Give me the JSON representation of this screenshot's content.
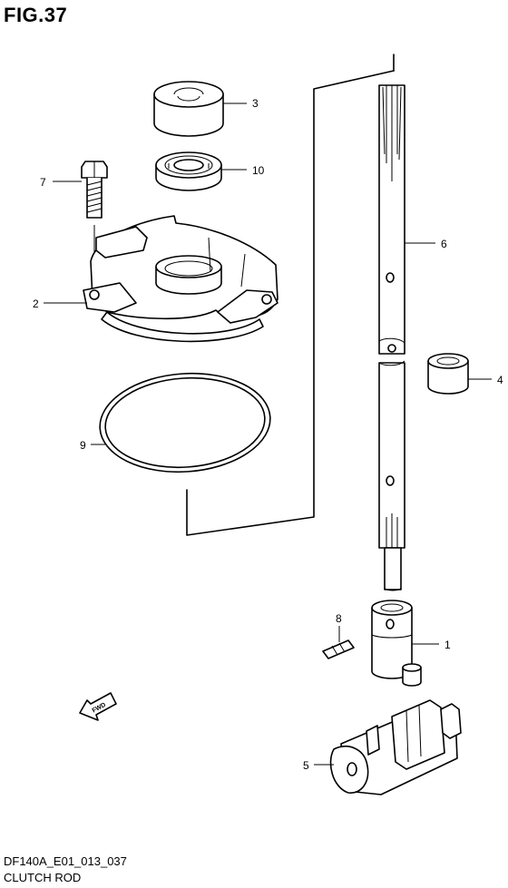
{
  "figure": {
    "title": "FIG.37",
    "model_code": "DF140A_E01_013_037",
    "section_name": "CLUTCH ROD",
    "direction_label": "FWD"
  },
  "callouts": {
    "p1": "1",
    "p2": "2",
    "p3": "3",
    "p4": "4",
    "p5": "5",
    "p6": "6",
    "p7": "7",
    "p8": "8",
    "p9": "9",
    "p10": "10"
  }
}
